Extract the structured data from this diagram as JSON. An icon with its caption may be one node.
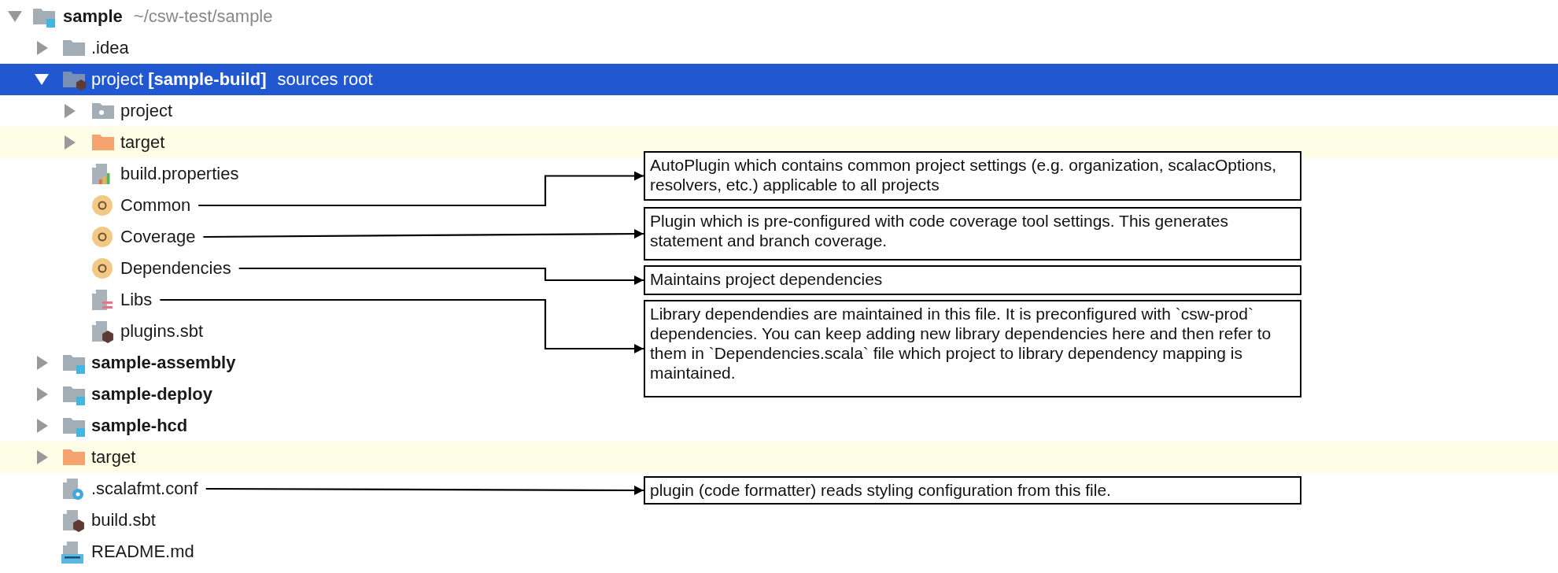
{
  "diagram": {
    "nodes": [
      {
        "text": [
          "sample",
          "~/csw-test/sample"
        ]
      },
      {
        "text": [
          ".idea"
        ]
      },
      {
        "text": [
          "project **[sample-build]**",
          "sources root"
        ]
      },
      {
        "text": [
          "project"
        ]
      },
      {
        "text": [
          "target"
        ]
      },
      {
        "text": [
          "build.properties"
        ]
      },
      {
        "text": [
          "Common"
        ]
      },
      {
        "text": [
          "Coverage"
        ]
      },
      {
        "text": [
          "Dependencies"
        ]
      },
      {
        "text": [
          "Libs"
        ]
      },
      {
        "text": [
          "plugins.sbt"
        ]
      },
      {
        "text": [
          "sample-assembly"
        ]
      },
      {
        "text": [
          "sample-deploy"
        ]
      },
      {
        "text": [
          "sample-hcd"
        ]
      },
      {
        "text": [
          "target"
        ]
      },
      {
        "text": [
          ".scalafmt.conf"
        ]
      },
      {
        "text": [
          "build.sbt"
        ]
      },
      {
        "text": [
          "README.md"
        ]
      },
      {
        "text": [
          "AutoPlugin which contains common project settings (e.g. organization, scalacOptions, resolvers, etc.) applicable to all projects"
        ]
      },
      {
        "text": [
          "Plugin which is pre-configured with code coverage tool settings. This generates statement and branch coverage."
        ]
      },
      {
        "text": [
          "Maintains project dependencies"
        ]
      },
      {
        "text": [
          "Library dependendies are maintained in this file.  It is preconfigured with `csw-prod` dependencies.  You can keep adding new library dependencies here and then refer to them in `Dependencies.scala` file which project to library dependency mapping is maintained."
        ]
      },
      {
        "text": [
          "plugin (code formatter) reads styling configuration from this file."
        ]
      }
    ],
    "edges": [
      {
        "from": 6,
        "to": 18,
        "arrow": "to"
      },
      {
        "from": 7,
        "to": 19,
        "arrow": "to"
      },
      {
        "from": 8,
        "to": 20,
        "arrow": "to"
      },
      {
        "from": 9,
        "to": 21,
        "arrow": "to"
      },
      {
        "from": 15,
        "to": 22,
        "arrow": "to"
      }
    ]
  }
}
